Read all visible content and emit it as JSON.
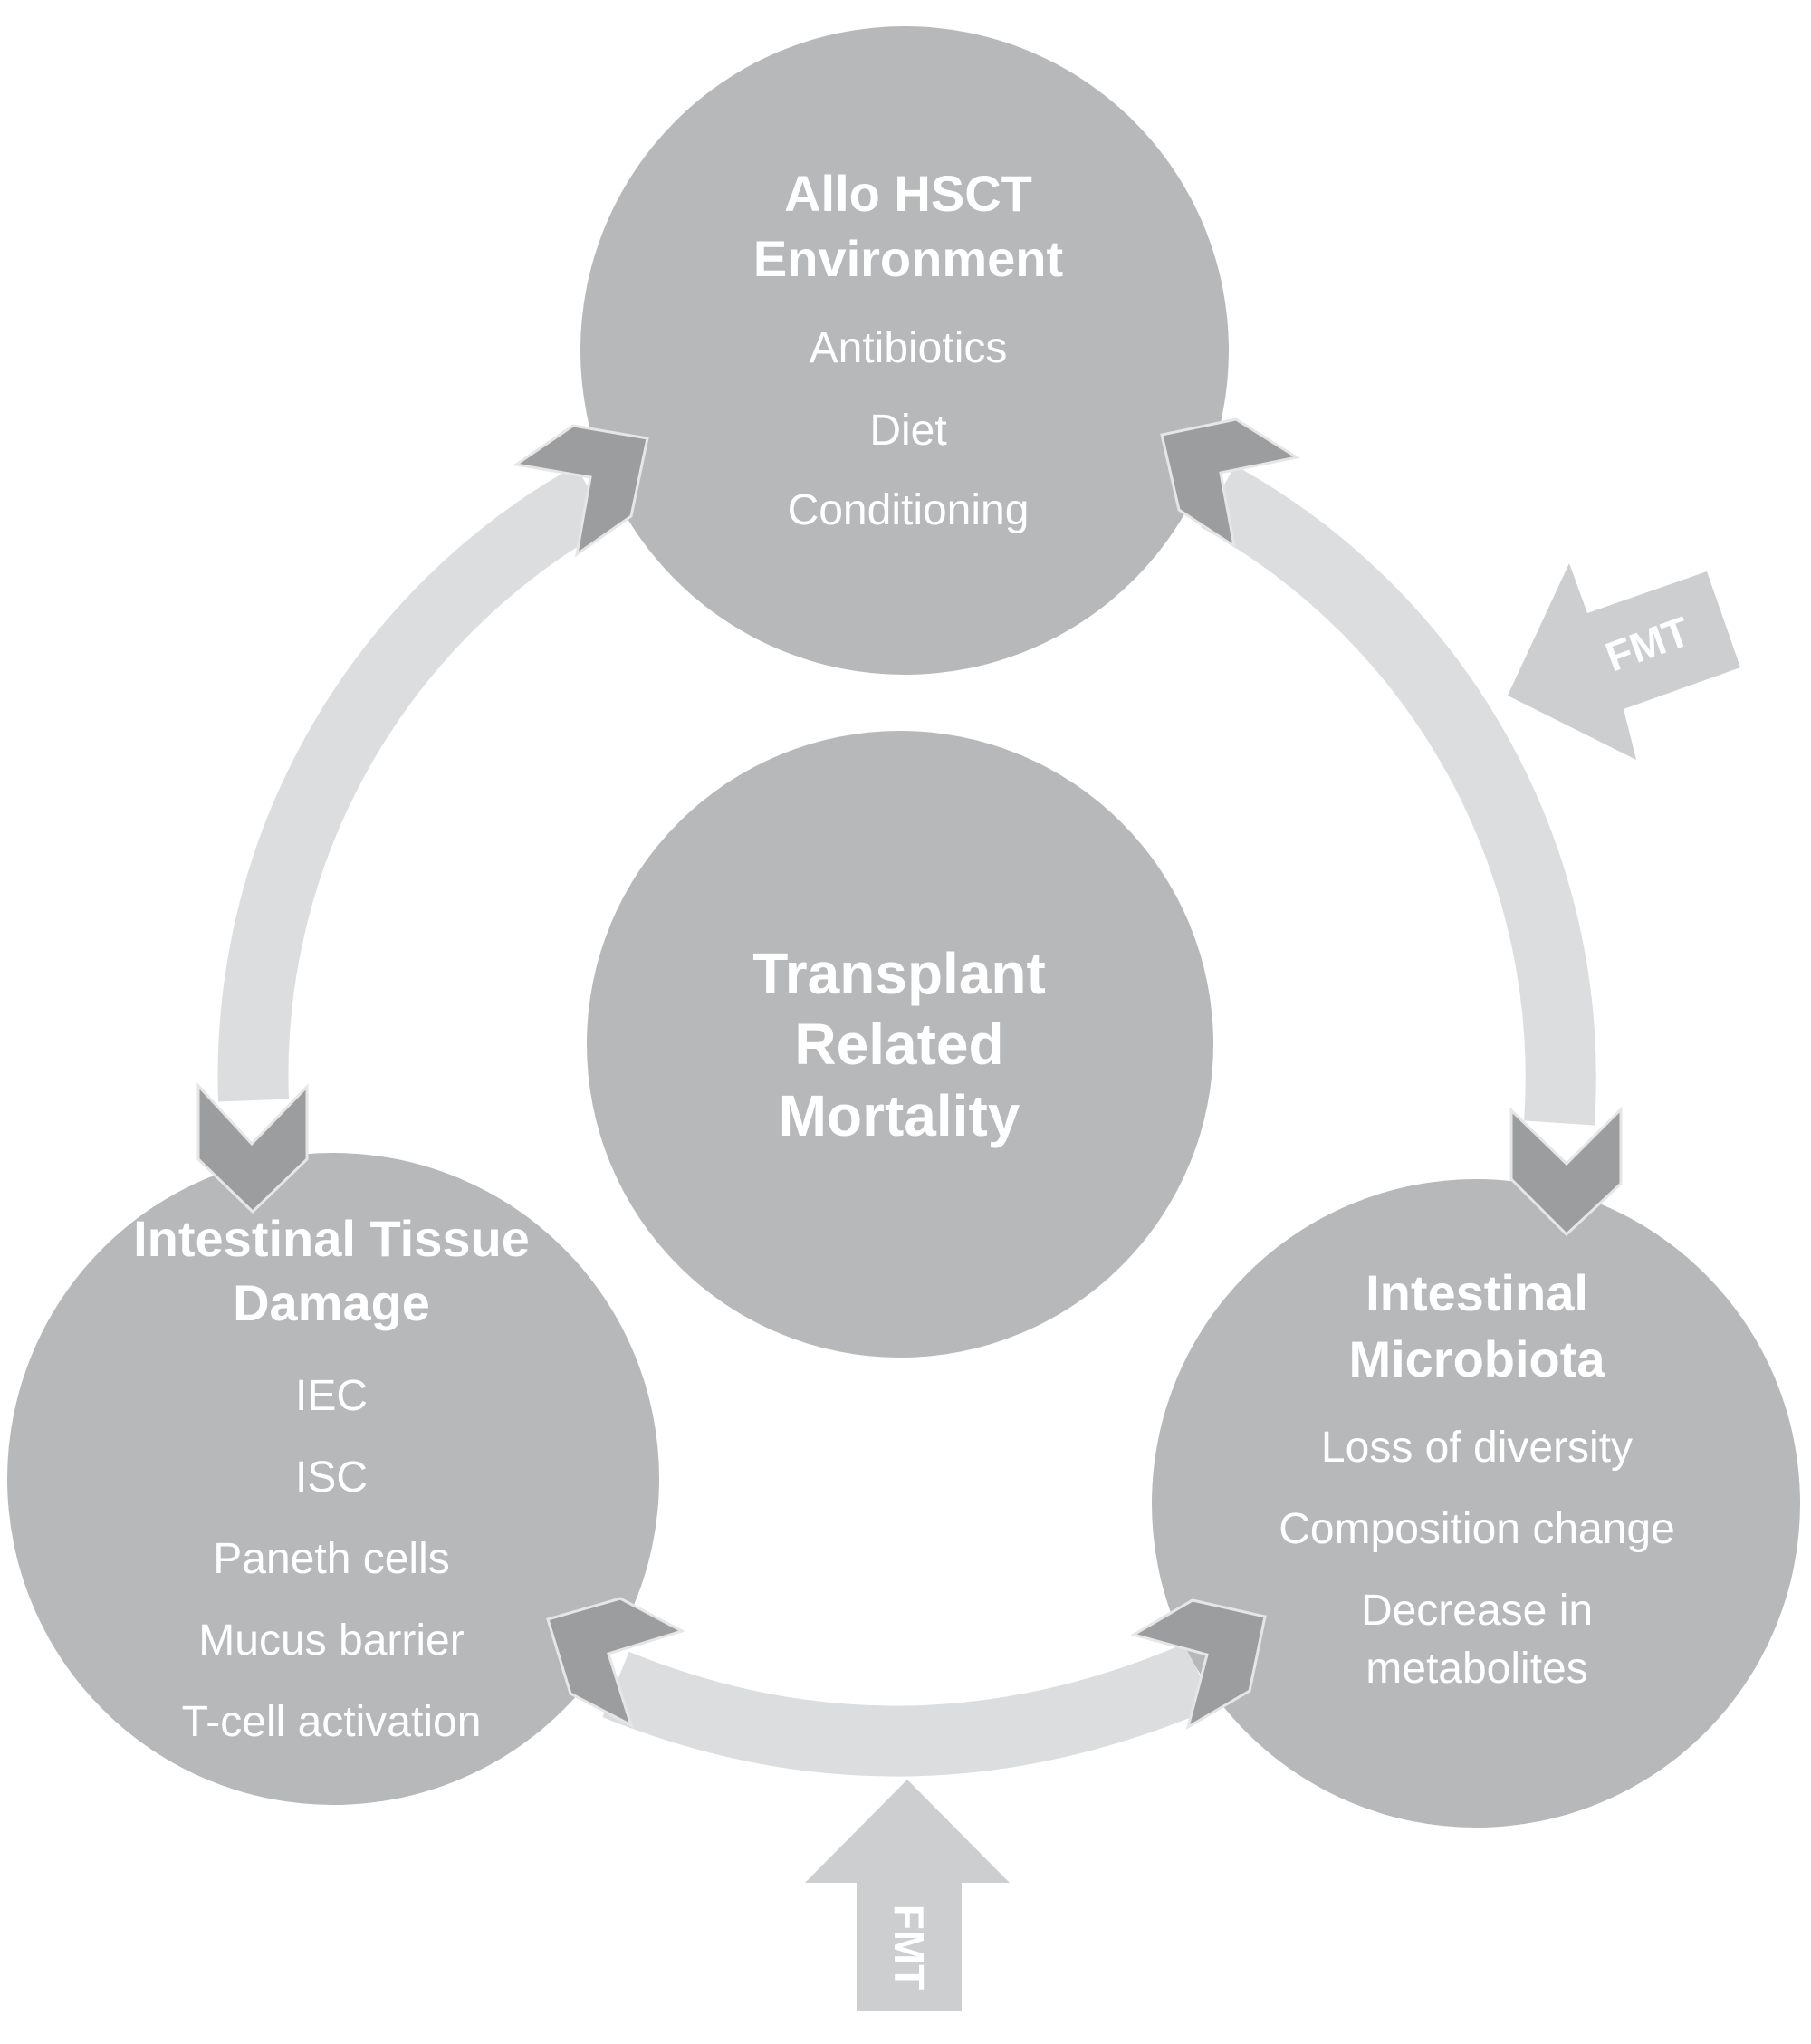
{
  "diagram": {
    "colors": {
      "node_fill": "#b7b8ba",
      "ring_fill": "#dcdddf",
      "chevron_fill": "#9c9d9f",
      "fmt_fill": "#cdced0",
      "text": "#ffffff"
    },
    "center": {
      "lines": [
        "Transplant",
        "Related",
        "Mortality"
      ]
    },
    "nodes": {
      "top": {
        "title": [
          "Allo HSCT",
          "Environment"
        ],
        "items": [
          "Antibiotics",
          "Diet",
          "Conditioning"
        ]
      },
      "left": {
        "title": [
          "Intestinal Tissue",
          "Damage"
        ],
        "items": [
          "IEC",
          "ISC",
          "Paneth cells",
          "Mucus barrier",
          "T-cell activation"
        ]
      },
      "right": {
        "title": [
          "Intestinal",
          "Microbiota"
        ],
        "items": [
          "Loss of diversity",
          "Composition change",
          "Decrease in",
          "metabolites"
        ]
      }
    },
    "interventions": {
      "right_arrow": {
        "label": "FMT",
        "targets": "Allo HSCT Environment ↔ Intestinal Microbiota link"
      },
      "bottom_arrow": {
        "label": "FMT",
        "targets": "Intestinal Tissue Damage ↔ Intestinal Microbiota link"
      }
    },
    "links": [
      {
        "from": "Allo HSCT Environment",
        "to": "Intestinal Tissue Damage",
        "bidirectional": true
      },
      {
        "from": "Allo HSCT Environment",
        "to": "Intestinal Microbiota",
        "bidirectional": true
      },
      {
        "from": "Intestinal Tissue Damage",
        "to": "Intestinal Microbiota",
        "bidirectional": true
      }
    ]
  }
}
